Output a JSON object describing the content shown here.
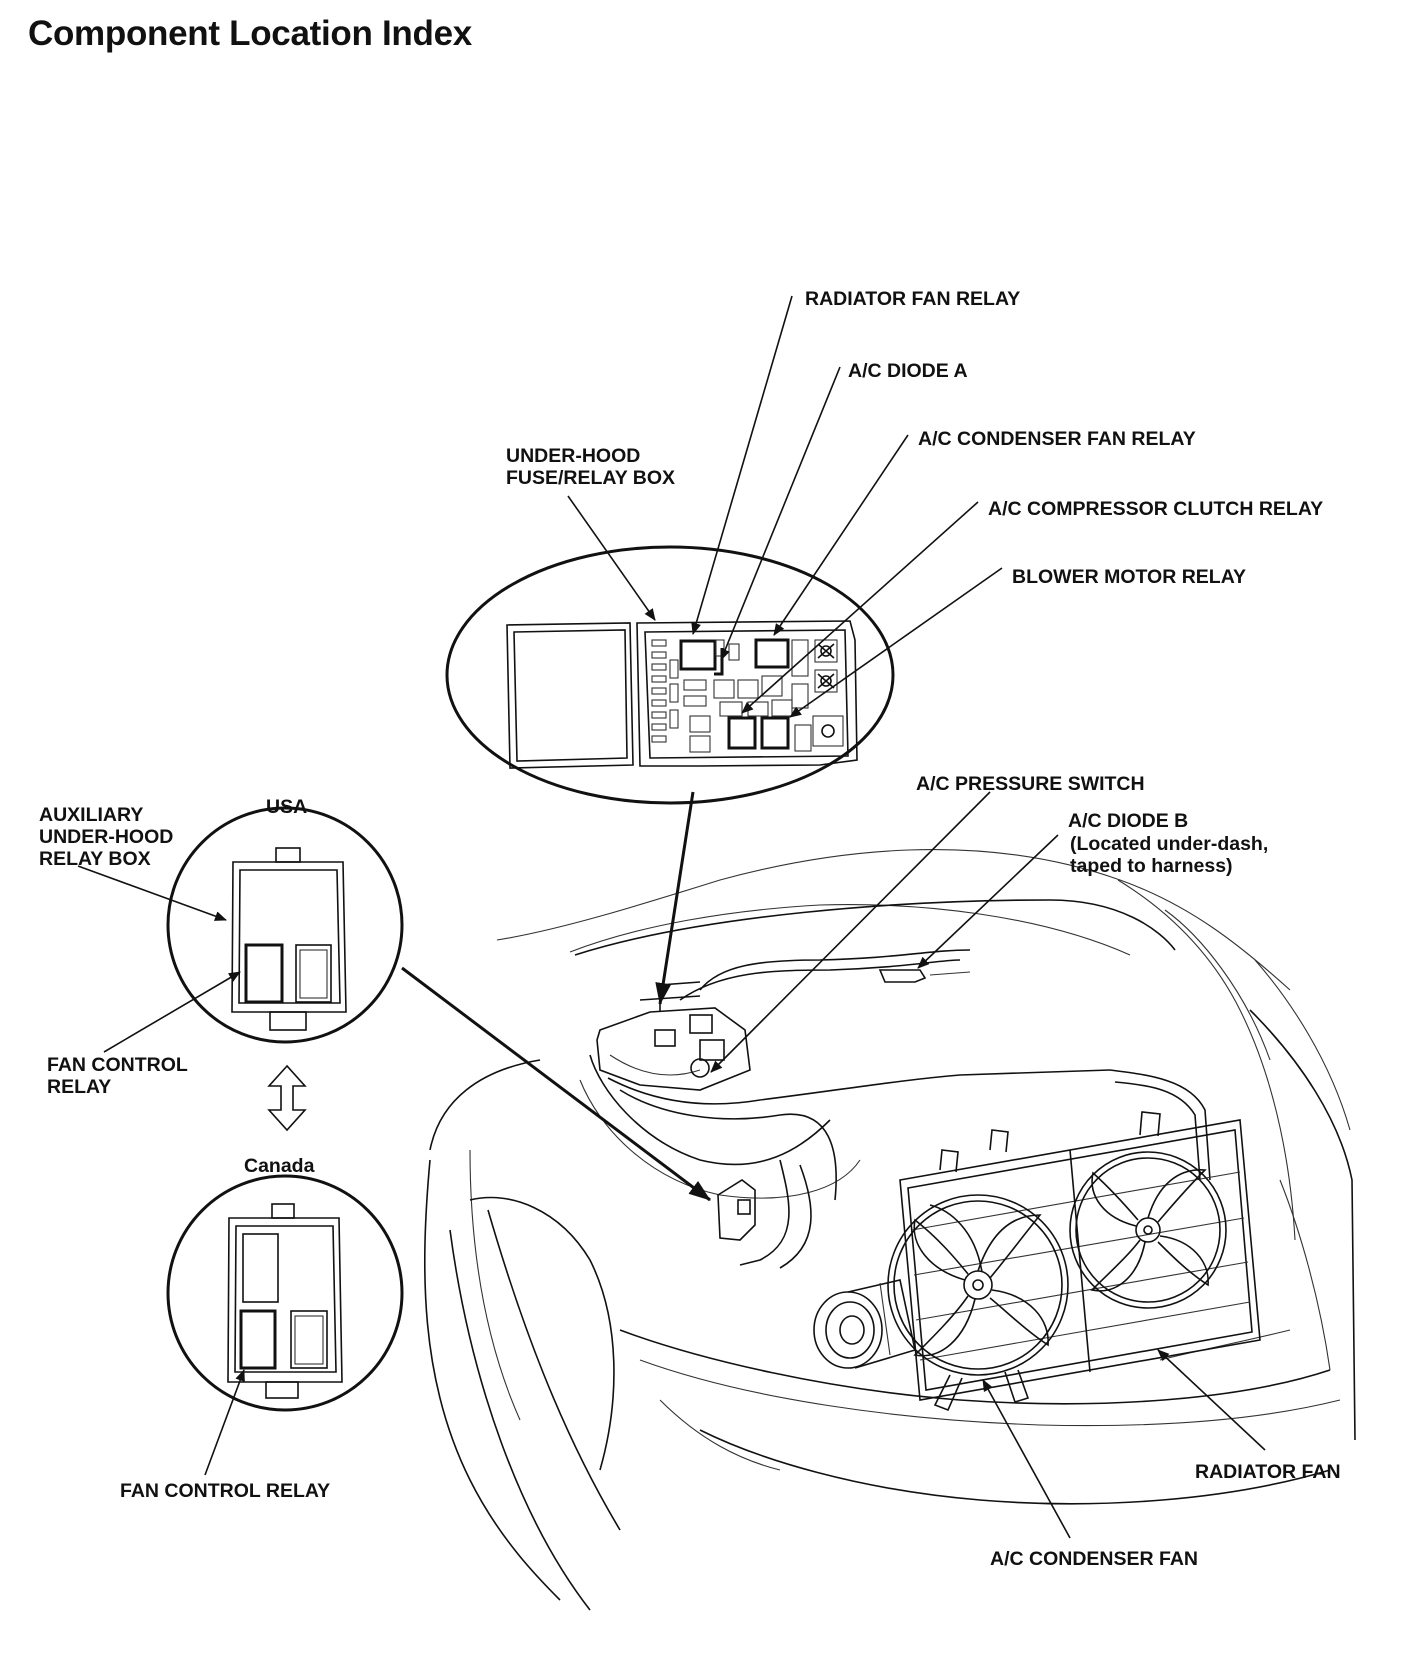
{
  "title": "Component Location Index",
  "labels": {
    "radiator_fan_relay": "RADIATOR FAN RELAY",
    "ac_diode_a": "A/C DIODE A",
    "ac_condenser_fan_relay": "A/C CONDENSER FAN RELAY",
    "under_hood_box": [
      "UNDER-HOOD",
      "FUSE/RELAY BOX"
    ],
    "ac_compressor_clutch_relay": "A/C COMPRESSOR CLUTCH RELAY",
    "blower_motor_relay": "BLOWER MOTOR RELAY",
    "ac_pressure_switch": "A/C PRESSURE SWITCH",
    "ac_diode_b": [
      "A/C DIODE B",
      "(Located under-dash,",
      "taped to harness)"
    ],
    "usa": "USA",
    "auxiliary_box": [
      "AUXILIARY",
      "UNDER-HOOD",
      "RELAY BOX"
    ],
    "fan_control_relay_usa": [
      "FAN CONTROL",
      "RELAY"
    ],
    "canada": "Canada",
    "fan_control_relay_canada": "FAN CONTROL RELAY",
    "radiator_fan": "RADIATOR FAN",
    "ac_condenser_fan": "A/C CONDENSER FAN"
  },
  "icons": {
    "swap_arrow": "double-headed-vertical-arrow"
  }
}
